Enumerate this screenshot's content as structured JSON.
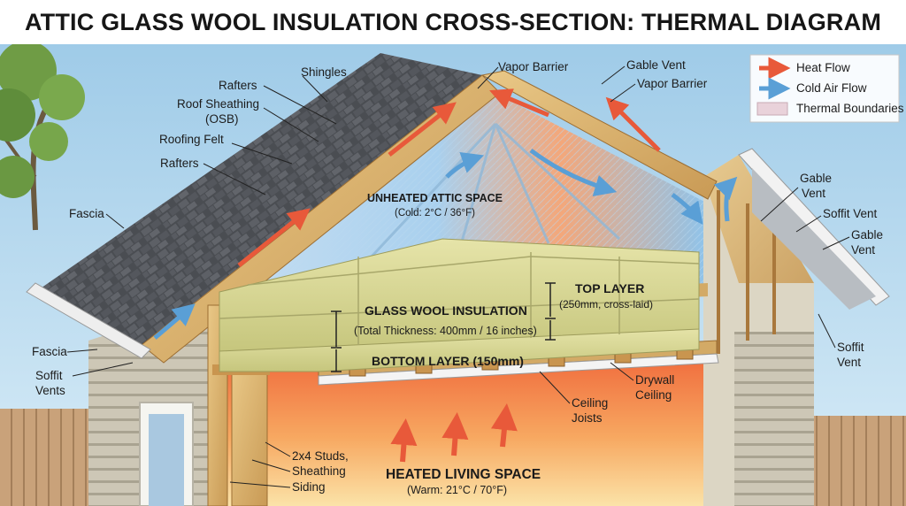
{
  "title": "ATTIC GLASS WOOL INSULATION CROSS-SECTION: THERMAL DIAGRAM",
  "legend": [
    {
      "label": "Heat Flow",
      "color": "#e8593a",
      "icon": "heat-arrow"
    },
    {
      "label": "Cold Air Flow",
      "color": "#5a9fd6",
      "icon": "cold-arrow"
    },
    {
      "label": "Thermal Boundaries",
      "color": "#e9d2da",
      "icon": "thermal-swatch"
    }
  ],
  "zones": {
    "attic_title": "UNHEATED ATTIC SPACE",
    "attic_sub": "(Cold: 2°C / 36°F)",
    "living_title": "HEATED LIVING SPACE",
    "living_sub": "(Warm: 21°C / 70°F)"
  },
  "insulation": {
    "title": "GLASS WOOL INSULATION",
    "thickness": "(Total Thickness: 400mm / 16 inches)",
    "top_layer": "TOP LAYER",
    "top_layer_sub": "(250mm, cross-laid)",
    "bottom_layer": "BOTTOM LAYER (150mm)"
  },
  "labels": {
    "shingles": "Shingles",
    "rafters_top": "Rafters",
    "roof_sheathing_1": "Roof Sheathing",
    "roof_sheathing_2": "(OSB)",
    "roofing_felt": "Roofing Felt",
    "rafters_lower": "Rafters",
    "fascia_left": "Fascia",
    "fascia_low": "Fascia",
    "soffit_vents_1": "Soffit",
    "soffit_vents_2": "Vents",
    "vapor_barrier_left": "Vapor Barrier",
    "gable_vent_top": "Gable Vent",
    "vapor_barrier_right": "Vapor Barrier",
    "gable_vent_r_1": "Gable",
    "gable_vent_r_2": "Vent",
    "soffit_vent_r": "Soffit Vent",
    "gable_vent_r2_1": "Gable",
    "gable_vent_r2_2": "Vent",
    "soffit_vent_low_1": "Soffit",
    "soffit_vent_low_2": "Vent",
    "drywall_ceiling_1": "Drywall",
    "drywall_ceiling_2": "Ceiling",
    "ceiling_joists_1": "Ceiling",
    "ceiling_joists_2": "Joists",
    "studs_1": "2x4 Studs,",
    "studs_2": "Sheathing",
    "studs_3": "Siding"
  }
}
